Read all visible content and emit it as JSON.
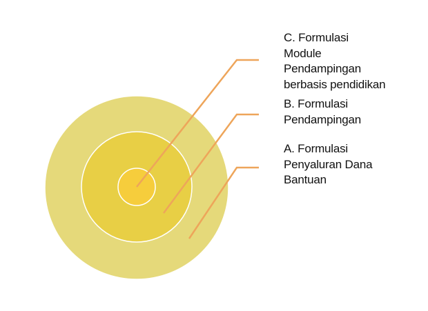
{
  "colors": {
    "outer": "#e5d97a",
    "middle": "#e8cf45",
    "inner": "#f6cd3c",
    "connector": "#eea55a"
  },
  "labels": {
    "c": [
      "C. Formulasi",
      "Module",
      "Pendampingan",
      "berbasis pendidikan"
    ],
    "b": [
      "B. Formulasi",
      "Pendampingan"
    ],
    "a": [
      "A. Formulasi",
      "Penyaluran Dana",
      "Bantuan"
    ]
  }
}
